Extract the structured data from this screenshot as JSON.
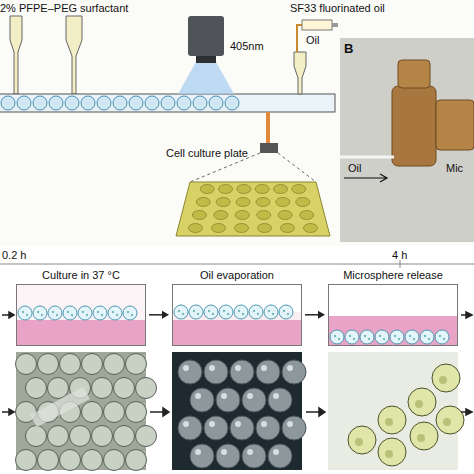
{
  "diagram": {
    "nodes": [
      {
        "text": [
          "Culture in 37 °C"
        ]
      },
      {
        "text": [
          "Oil evaporation"
        ]
      },
      {
        "text": [
          "Microsphere release"
        ]
      }
    ],
    "edges": [
      {
        "from": 0,
        "to": 1,
        "arrow": "to"
      },
      {
        "from": 1,
        "to": 2,
        "arrow": "to"
      }
    ],
    "labels": [
      "2% PFPE–PEG surfactant",
      "405nm",
      "SF33 fluorinated oil",
      "Oil",
      "Cell culture plate",
      "B",
      "Oil",
      "Mic",
      "0.2 h",
      "4 h"
    ]
  }
}
